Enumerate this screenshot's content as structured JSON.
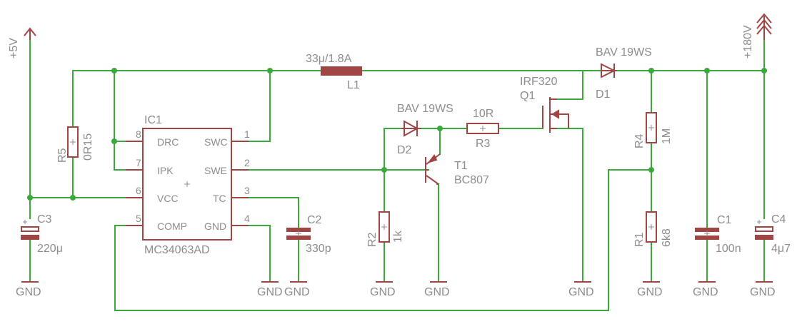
{
  "rails": {
    "vcc_label": "+5V",
    "hv_label": "+180V",
    "gnd_label": "GND"
  },
  "inductor": {
    "name": "L1",
    "value": "33μ/1.8A"
  },
  "ic": {
    "name": "IC1",
    "value": "MC34063AD",
    "pins": [
      {
        "num": "1",
        "name": "SWC"
      },
      {
        "num": "2",
        "name": "SWE"
      },
      {
        "num": "3",
        "name": "TC"
      },
      {
        "num": "4",
        "name": "GND"
      },
      {
        "num": "5",
        "name": "COMP"
      },
      {
        "num": "6",
        "name": "VCC"
      },
      {
        "num": "7",
        "name": "IPK"
      },
      {
        "num": "8",
        "name": "DRC"
      }
    ]
  },
  "r5": {
    "name": "R5",
    "value": "0R15"
  },
  "c3": {
    "name": "C3",
    "value": "220μ"
  },
  "c2": {
    "name": "C2",
    "value": "330p"
  },
  "d2": {
    "name": "D2",
    "value": "BAV 19WS"
  },
  "r3": {
    "name": "R3",
    "value": "10R"
  },
  "t1": {
    "name": "T1",
    "value": "BC807"
  },
  "r2": {
    "name": "R2",
    "value": "1k"
  },
  "q1": {
    "name": "Q1",
    "value": "IRF320"
  },
  "d1": {
    "name": "D1",
    "value": "BAV 19WS"
  },
  "r4": {
    "name": "R4",
    "value": "1M"
  },
  "r1": {
    "name": "R1",
    "value": "6k8"
  },
  "c1": {
    "name": "C1",
    "value": "100n"
  },
  "c4": {
    "name": "C4",
    "value": "4μ7"
  },
  "colors": {
    "wire": "#3ba83b",
    "symbol": "#a04444",
    "text": "#8c8c8c",
    "background": "#ffffff"
  }
}
